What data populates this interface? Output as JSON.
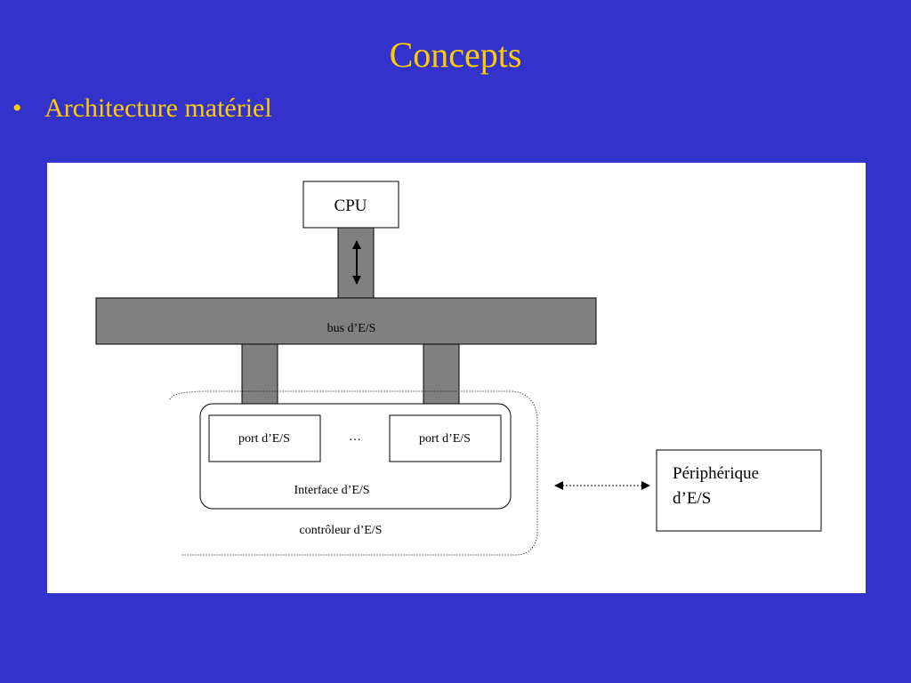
{
  "slide": {
    "title": "Concepts",
    "bullet_marker": "•",
    "bullet_text": "Architecture matériel"
  },
  "diagram": {
    "cpu_label": "CPU",
    "bus_label": "bus d’E/S",
    "port_left_label": "port d’E/S",
    "port_right_label": "port d’E/S",
    "ellipsis": "…",
    "interface_label": "Interface d’E/S",
    "controller_label": "contrôleur d’E/S",
    "peripheral_line1": "Périphérique",
    "peripheral_line2": "d’E/S"
  },
  "colors": {
    "background": "#3333CC",
    "title_text": "#FFCC00",
    "panel": "#FFFFFF",
    "bus_fill": "#808080",
    "stroke": "#000000"
  }
}
